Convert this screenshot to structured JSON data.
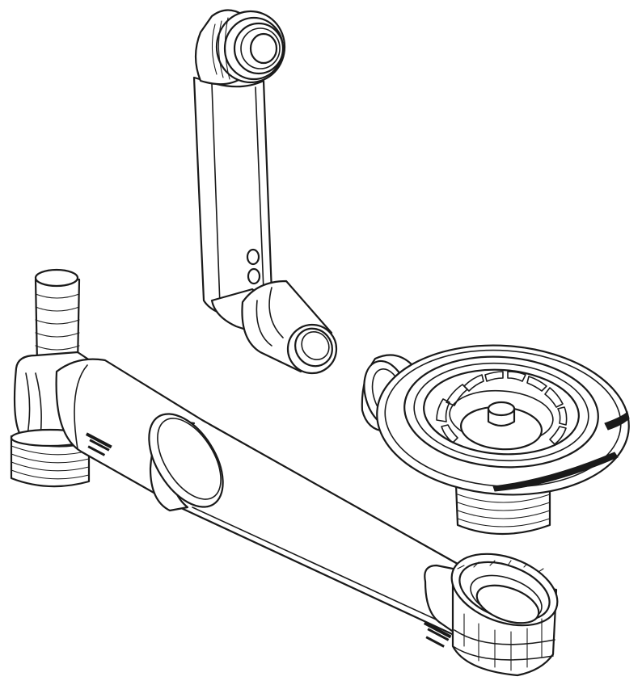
{
  "colors": {
    "stroke": "#1a1a1a",
    "background": "#ffffff"
  },
  "drawing": {
    "parts": [
      "vertical-overflow-pipe",
      "horizontal-drain-pipe",
      "basket-strainer-waste",
      "threaded-outlet-connector"
    ]
  }
}
